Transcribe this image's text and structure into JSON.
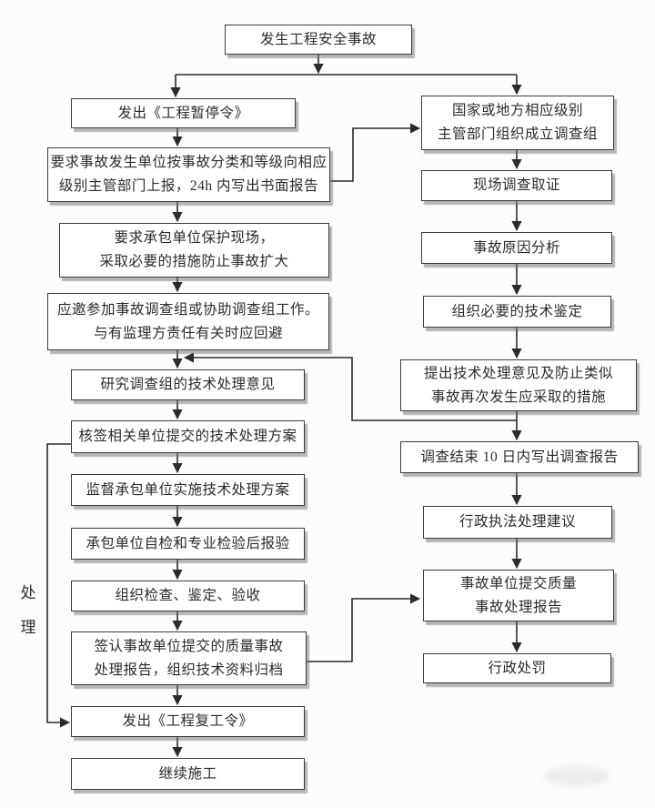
{
  "nodes": {
    "start": "发生工程安全事故",
    "l1": "发出《工程暂停令》",
    "l2": "要求事故发生单位按事故分类和等级向相应\n级别主管部门上报，24h 内写出书面报告",
    "l3": "要求承包单位保护现场，\n采取必要的措施防止事故扩大",
    "l4": "应邀参加事故调查组或协助调查组工作。\n与有监理方责任有关时应回避",
    "l5": "研究调查组的技术处理意见",
    "l6": "核签相关单位提交的技术处理方案",
    "l7": "监督承包单位实施技术处理方案",
    "l8": "承包单位自检和专业检验后报验",
    "l9": "组织检查、鉴定、验收",
    "l10": "签认事故单位提交的质量事故\n处理报告，组织技术资料归档",
    "l11": "发出《工程复工令》",
    "l12": "继续施工",
    "r1": "国家或地方相应级别\n主管部门组织成立调查组",
    "r2": "现场调查取证",
    "r3": "事故原因分析",
    "r4": "组织必要的技术鉴定",
    "r5": "提出技术处理意见及防止类似\n事故再次发生应采取的措施",
    "r6": "调查结束 10 日内写出调查报告",
    "r7": "行政执法处理建议",
    "r8": "事故单位提交质量\n事故处理报告",
    "r9": "行政处罚"
  },
  "side_label": "处\n理",
  "colors": {
    "background": "#fdfcfd",
    "box_fill": "#ffffff",
    "box_border": "#3c3c3c",
    "line": "#2b2b2b",
    "shadow": "#6e6e6e"
  },
  "edges": [
    {
      "from": "start",
      "to": "l1"
    },
    {
      "from": "start",
      "to": "r1"
    },
    {
      "from": "l1",
      "to": "l2"
    },
    {
      "from": "l2",
      "to": "r1"
    },
    {
      "from": "l2",
      "to": "l3"
    },
    {
      "from": "l3",
      "to": "l4"
    },
    {
      "from": "l4",
      "to": "l5"
    },
    {
      "from": "l5",
      "to": "l6"
    },
    {
      "from": "l6",
      "to": "l7"
    },
    {
      "from": "l6",
      "to": "l11"
    },
    {
      "from": "l7",
      "to": "l8"
    },
    {
      "from": "l8",
      "to": "l9"
    },
    {
      "from": "l9",
      "to": "l10"
    },
    {
      "from": "l10",
      "to": "r8"
    },
    {
      "from": "l10",
      "to": "l11"
    },
    {
      "from": "l11",
      "to": "l12"
    },
    {
      "from": "r1",
      "to": "r2"
    },
    {
      "from": "r2",
      "to": "r3"
    },
    {
      "from": "r3",
      "to": "r4"
    },
    {
      "from": "r4",
      "to": "r5"
    },
    {
      "from": "r5",
      "to": "r6"
    },
    {
      "from": "r5",
      "to": "l5"
    },
    {
      "from": "r6",
      "to": "r7"
    },
    {
      "from": "r7",
      "to": "r8"
    },
    {
      "from": "r8",
      "to": "r9"
    }
  ]
}
